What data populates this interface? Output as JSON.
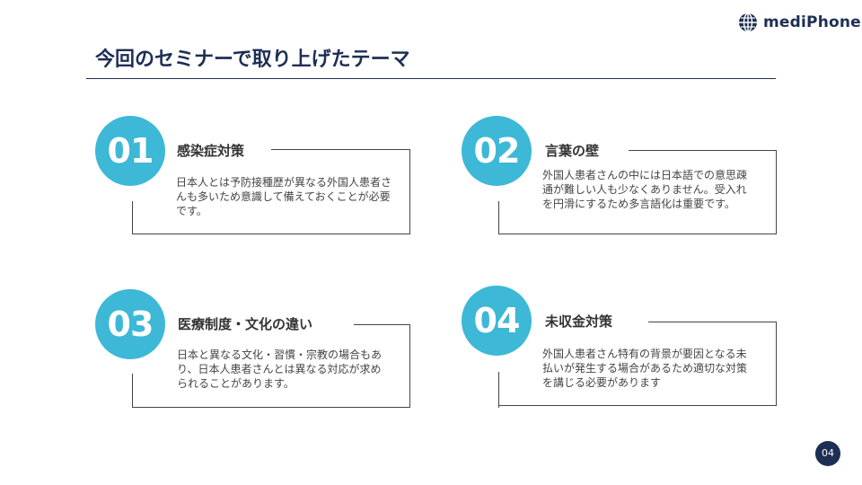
{
  "brand": {
    "name": "mediPhone",
    "icon": "globe-icon"
  },
  "slide": {
    "title": "今回のセミナーで取り上げたテーマ",
    "page_number": "04"
  },
  "cards": [
    {
      "num": "01",
      "title": "感染症対策",
      "body": "日本人とは予防接種歴が異なる外国人患者さんも多いため意識して備えておくことが必要です。"
    },
    {
      "num": "02",
      "title": "言葉の壁",
      "body": "外国人患者さんの中には日本語での意思疎通が難しい人も少なくありません。受入れを円滑にするため多言語化は重要です。"
    },
    {
      "num": "03",
      "title": "医療制度・文化の違い",
      "body": "日本と異なる文化・習慣・宗教の場合もあり、日本人患者さんとは異なる対応が求められることがあります。"
    },
    {
      "num": "04",
      "title": "未収金対策",
      "body": "外国人患者さん特有の背景が要因となる未払いが発生する場合があるため適切な対策を講じる必要があります"
    }
  ],
  "colors": {
    "accent": "#3db8d6",
    "navy": "#1d2f54"
  }
}
